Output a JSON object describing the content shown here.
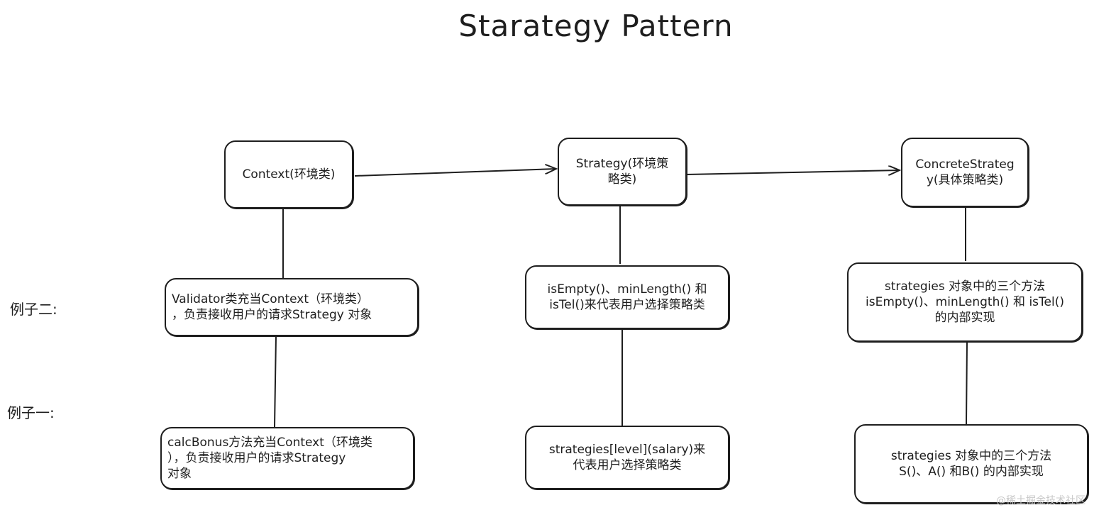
{
  "title": "Starategy Pattern",
  "row_labels": {
    "example2": "例子二:",
    "example1": "例子一:"
  },
  "header_boxes": {
    "context": "Context(环境类)",
    "strategy": "Strategy(环境策\n略类)",
    "concrete": "ConcreteStrateg\ny(具体策略类)"
  },
  "example2_boxes": {
    "context": "Validator类充当Context（环境类）\n，负责接收用户的请求Strategy 对象",
    "strategy": "isEmpty()、minLength() 和\nisTel()来代表用户选择策略类",
    "concrete": "strategies 对象中的三个方法\nisEmpty()、minLength() 和 isTel()\n的内部实现"
  },
  "example1_boxes": {
    "context": "calcBonus方法充当Context（环境类\n），负责接收用户的请求Strategy\n对象",
    "strategy": "strategies[level](salary)来\n代表用户选择策略类",
    "concrete": "strategies 对象中的三个方法\nS()、A() 和B() 的内部实现"
  },
  "watermark": "@稀土掘金技术社区",
  "colors": {
    "stroke": "#1e1e1e",
    "background": "#ffffff"
  }
}
